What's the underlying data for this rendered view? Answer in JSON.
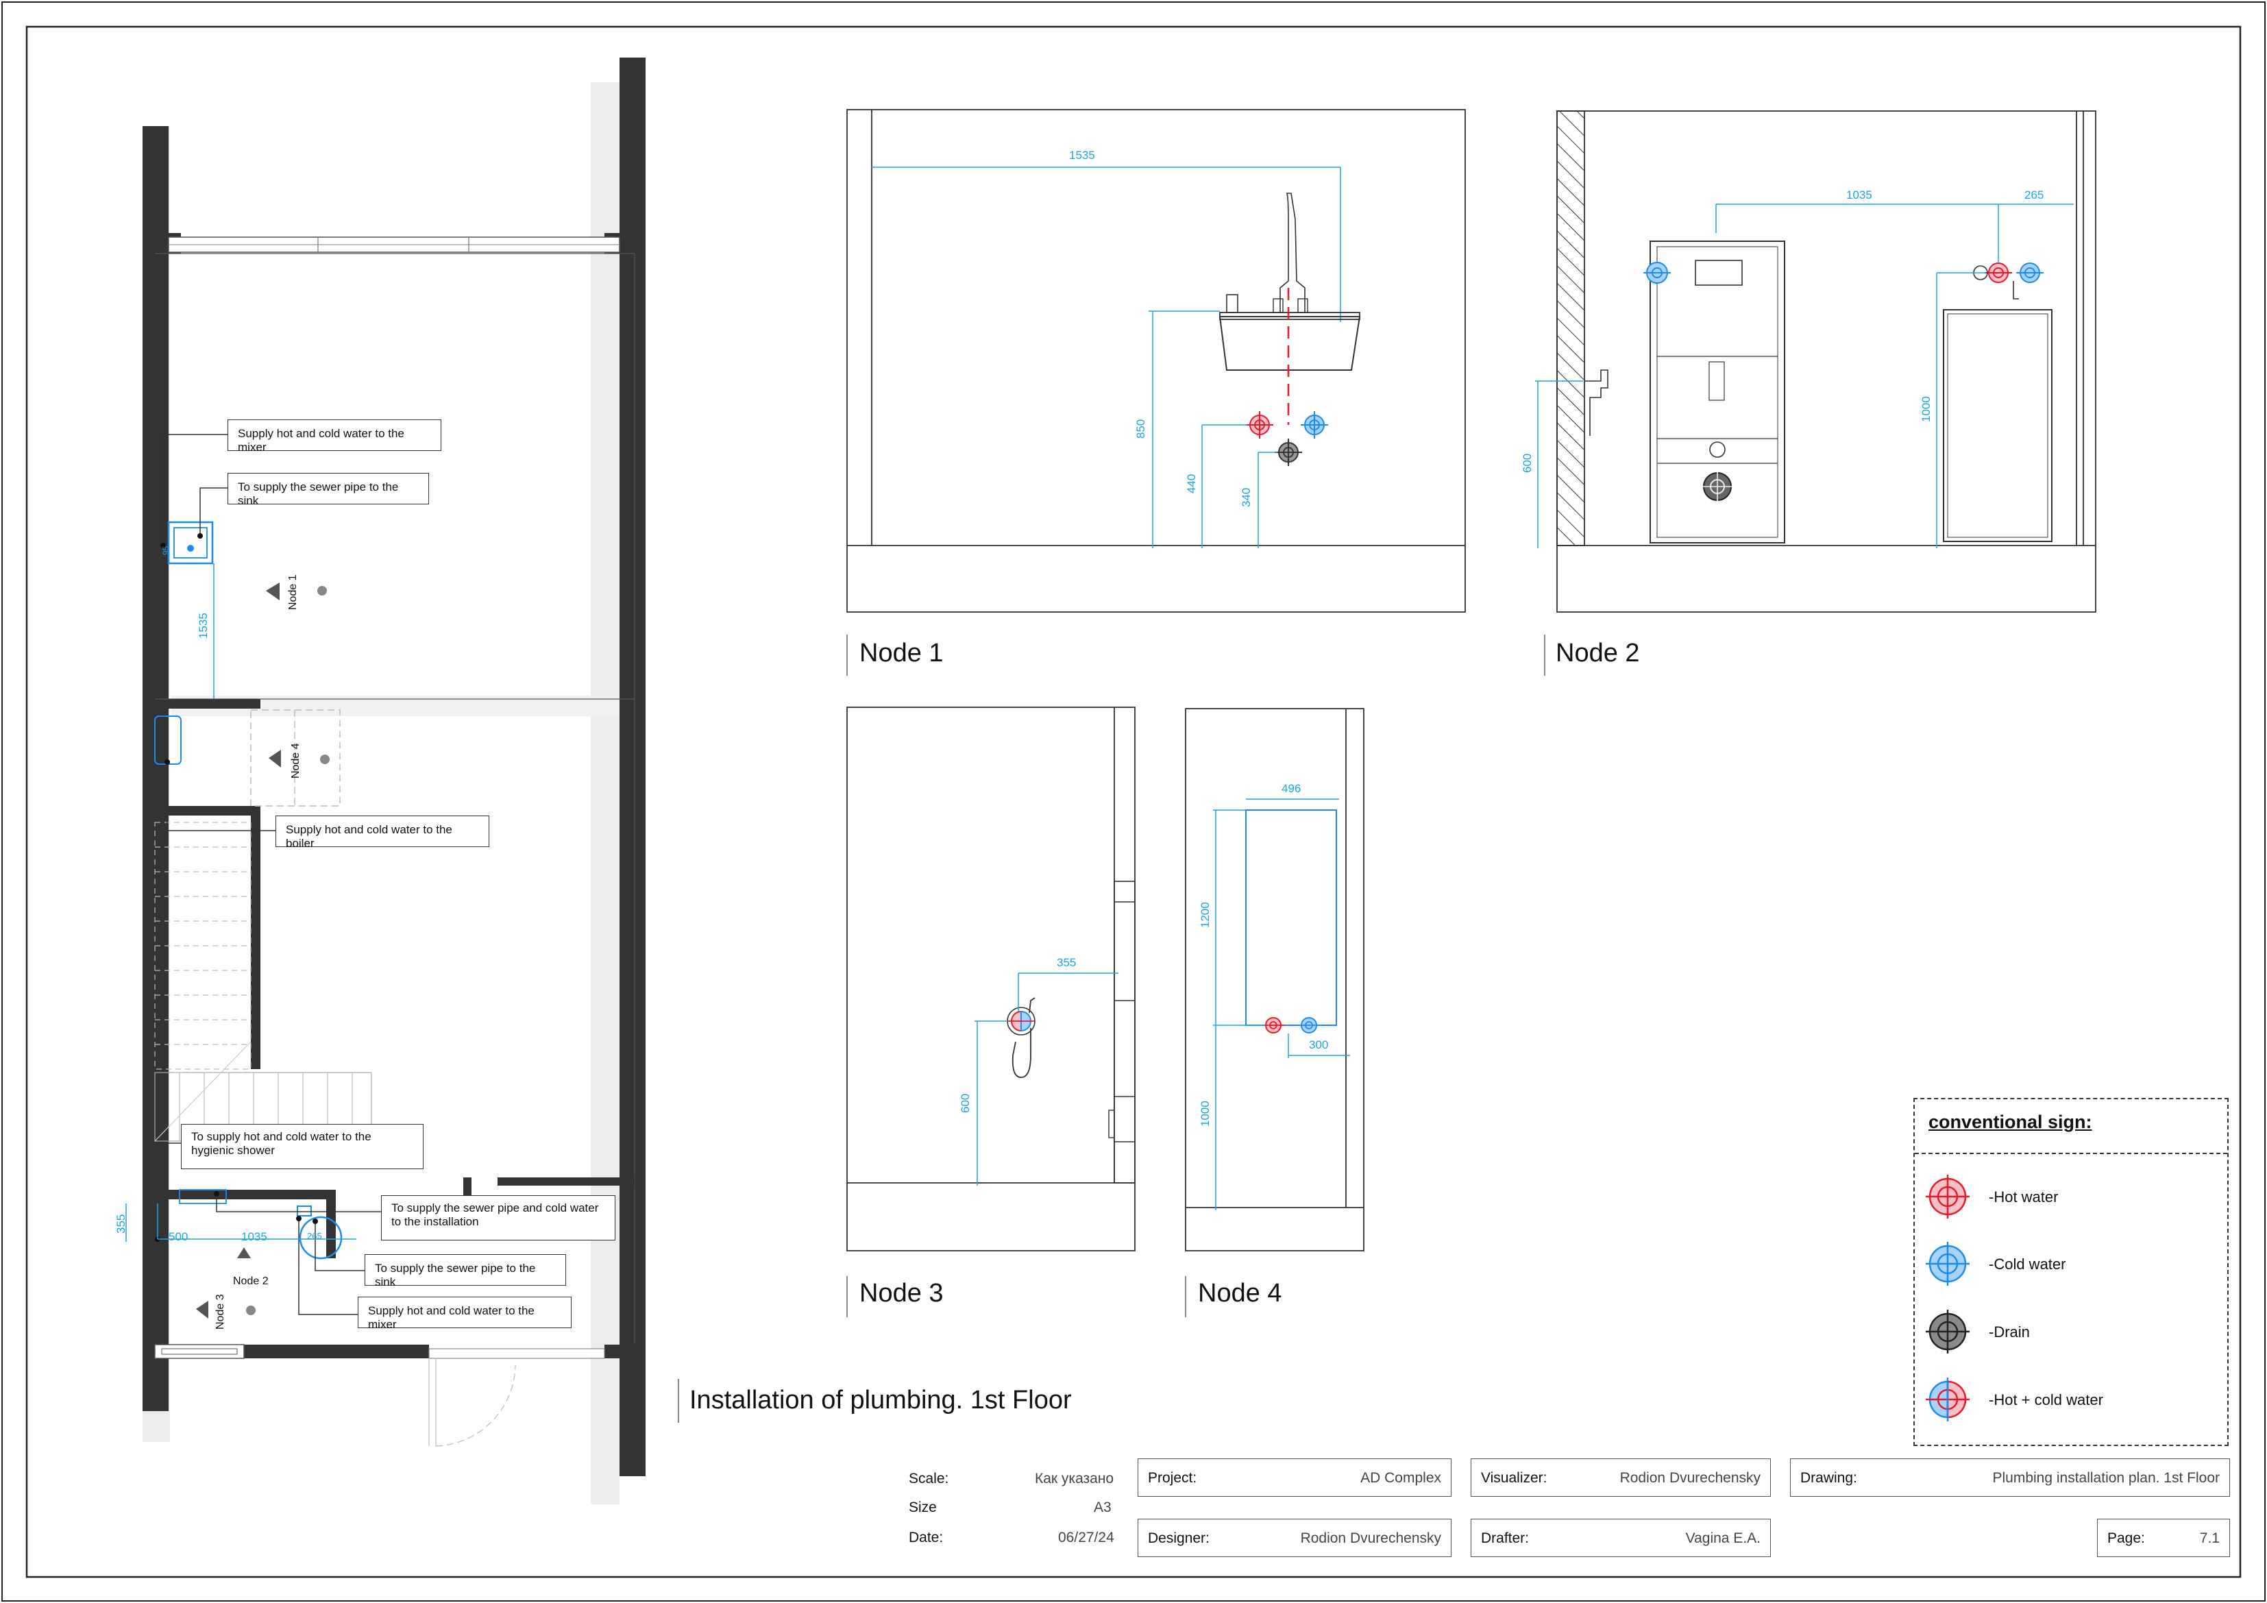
{
  "title": "Installation of plumbing. 1st Floor",
  "colors": {
    "hot": "#e8192c",
    "cold": "#1a8cf0",
    "drain": "#444444",
    "dimension": "#1aa3e8",
    "wall": "#333333"
  },
  "plan": {
    "callouts": [
      "Supply hot and cold water to the mixer",
      "To supply the sewer pipe to the sink",
      "Supply hot and cold water to the boiler",
      "To supply hot and cold water to the hygienic shower",
      "To supply the sewer pipe and cold water to the installation",
      "To supply the sewer pipe to the sink",
      "Supply hot and cold water to the mixer"
    ],
    "node_markers": [
      "Node 1",
      "Node 4",
      "Node 2",
      "Node 3"
    ],
    "dims": {
      "d1535": "1535",
      "d355": "355",
      "d500": "500",
      "d1035": "1035",
      "d265": "265",
      "d95": "95"
    }
  },
  "nodes": [
    {
      "title": "Node 1",
      "dims": [
        "1535",
        "850",
        "440",
        "340"
      ]
    },
    {
      "title": "Node 2",
      "dims": [
        "1035",
        "265",
        "600",
        "1000"
      ]
    },
    {
      "title": "Node 3",
      "dims": [
        "355",
        "600"
      ]
    },
    {
      "title": "Node 4",
      "dims": [
        "496",
        "1200",
        "300",
        "1000"
      ]
    }
  ],
  "legend": {
    "title": "conventional sign:",
    "items": [
      {
        "label": "-Hot water",
        "icon": "hot-water-icon"
      },
      {
        "label": "-Cold water",
        "icon": "cold-water-icon"
      },
      {
        "label": "-Drain",
        "icon": "drain-icon"
      },
      {
        "label": "-Hot + cold water",
        "icon": "hot-cold-water-icon"
      }
    ]
  },
  "title_block": {
    "scale_label": "Scale:",
    "scale_value": "Как указано",
    "size_label": "Size",
    "size_value": "A3",
    "date_label": "Date:",
    "date_value": "06/27/24",
    "project_label": "Project:",
    "project_value": "AD Complex",
    "visualizer_label": "Visualizer:",
    "visualizer_value": "Rodion Dvurechensky",
    "drawing_label": "Drawing:",
    "drawing_value": "Plumbing installation plan. 1st Floor",
    "designer_label": "Designer:",
    "designer_value": "Rodion Dvurechensky",
    "drafter_label": "Drafter:",
    "drafter_value": "Vagina E.A.",
    "page_label": "Page:",
    "page_value": "7.1"
  }
}
